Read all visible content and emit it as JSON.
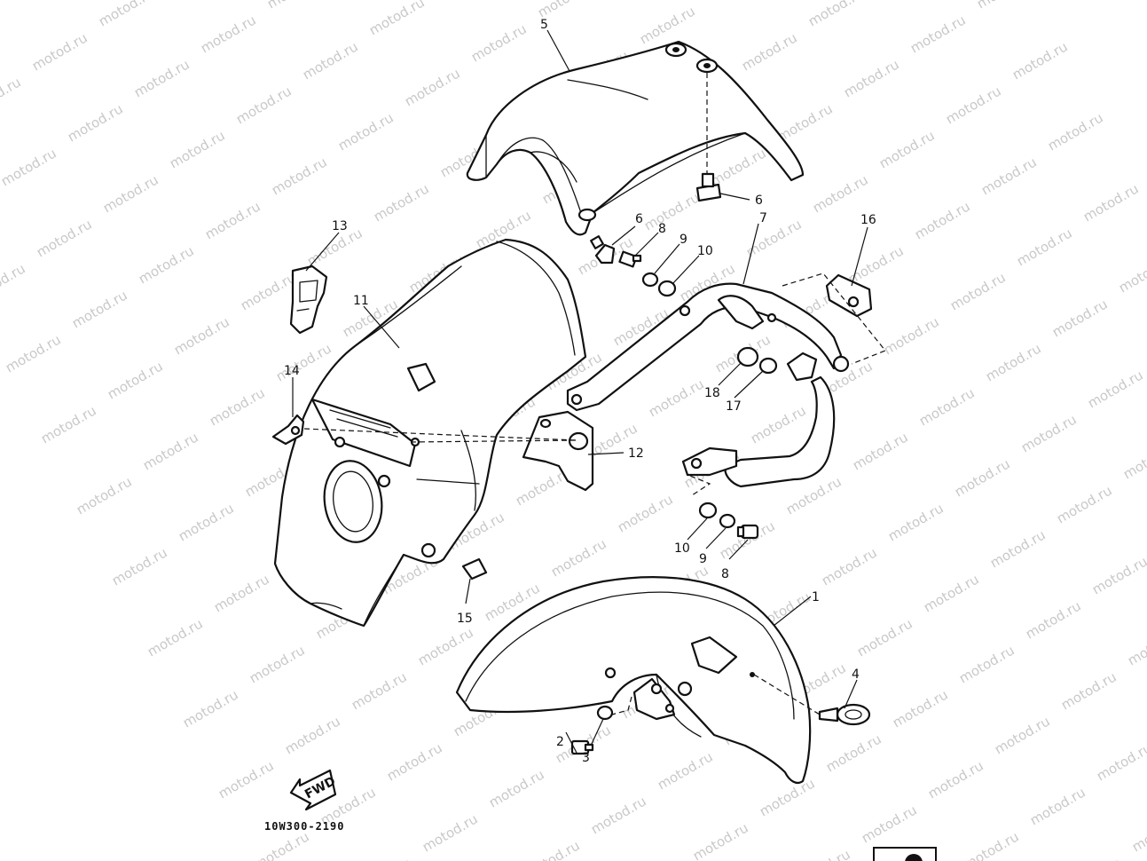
{
  "diagram": {
    "watermark_text": "motod.ru",
    "drawing_code": "10W300-2190",
    "direction_badge": "FWD",
    "callouts": [
      "1",
      "2",
      "3",
      "4",
      "5",
      "6",
      "6",
      "8",
      "9",
      "10",
      "7",
      "16",
      "13",
      "11",
      "14",
      "18",
      "17",
      "12",
      "10",
      "9",
      "8",
      "15"
    ],
    "parts": {
      "front_fender": "1",
      "bolt_front": "2",
      "nut_front": "3",
      "reflector_bolt": "4",
      "rear_fender_top": "5",
      "bolt_top": "6",
      "bolt_mid": "6",
      "bolt_side": "8",
      "washer_side": "9",
      "washer_flat": "10",
      "grab_bar_frame": "7",
      "connector": "16",
      "bracket_plate": "13",
      "rear_fender_inner": "11",
      "small_bracket": "14",
      "collar": "18",
      "damper": "17",
      "cover_plate": "12",
      "washer_flat_low": "10",
      "washer_low": "9",
      "bolt_low": "8",
      "grommet": "15"
    }
  }
}
